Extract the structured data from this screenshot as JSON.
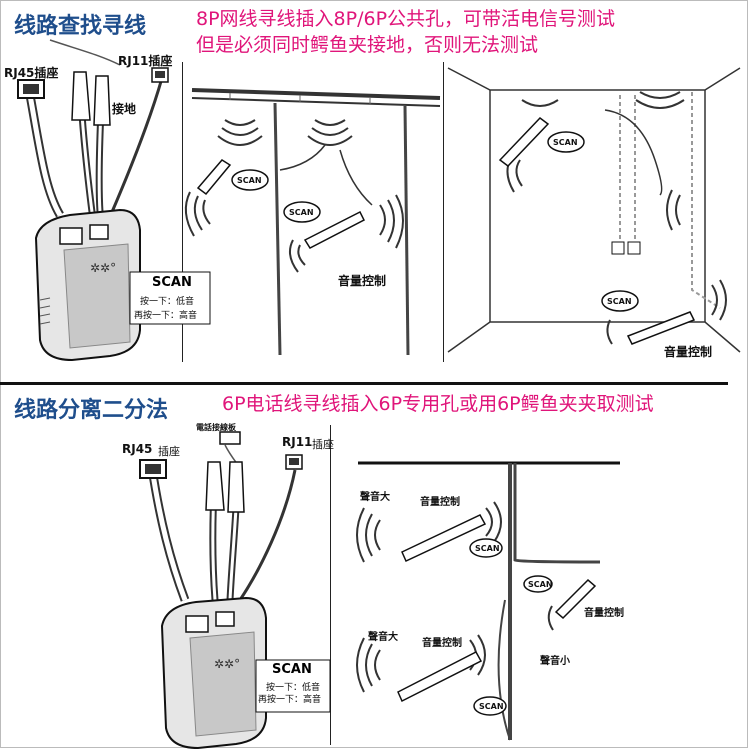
{
  "top": {
    "title": "线路查找寻线",
    "note_line1": "8P网线寻线插入8P/6P公共孔，可带活电信号测试",
    "note_line2": "但是必须同时鳄鱼夹接地，否则无法测试",
    "device": {
      "rj45_label": "RJ45插座",
      "rj11_label": "RJ11插座",
      "ground_label": "接地",
      "scan_label": "SCAN",
      "press_once": "按一下：低音",
      "press_again": "再按一下：高音"
    },
    "middle_panel": {
      "scan_a": "SCAN",
      "scan_b": "SCAN",
      "volume": "音量控制"
    },
    "right_panel": {
      "scan_a": "SCAN",
      "scan_b": "SCAN",
      "volume": "音量控制"
    }
  },
  "bottom": {
    "title": "线路分离二分法",
    "note": "6P电话线寻线插入6P专用孔或用6P鳄鱼夹夹取测试",
    "device": {
      "rj45_label": "RJ45",
      "rj45_socket": "插座",
      "board_label": "電話接線板",
      "rj11_label": "RJ11",
      "rj11_socket": "插座",
      "scan_label": "SCAN",
      "press_once": "按一下：低音",
      "press_again": "再按一下：高音"
    },
    "right_panel": {
      "loud_a": "聲音大",
      "volume_a": "音量控制",
      "scan_a": "SCAN",
      "scan_b": "SCAN",
      "volume_b": "音量控制",
      "quiet": "聲音小",
      "loud_b": "聲音大",
      "volume_c": "音量控制",
      "scan_c": "SCAN"
    }
  }
}
